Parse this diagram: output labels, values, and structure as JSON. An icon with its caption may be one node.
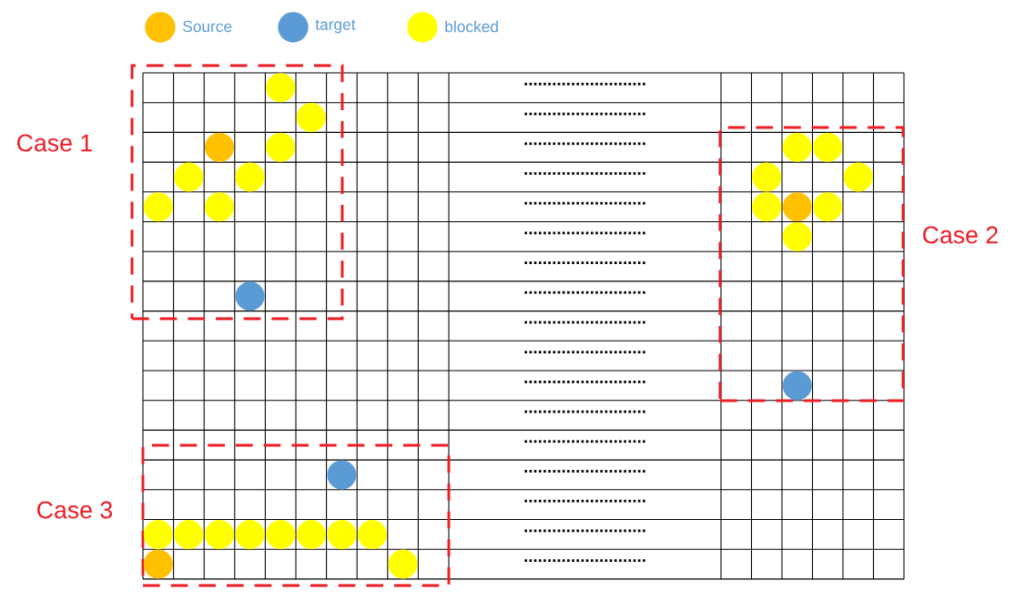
{
  "diagram": {
    "nodes": [
      {
        "text": [
          "Case 1"
        ]
      },
      {
        "text": [],
        "shape": "circle",
        "in": 0
      },
      {
        "text": [],
        "shape": "circle",
        "in": 0
      },
      {
        "text": [],
        "shape": "circle",
        "in": 0
      },
      {
        "text": [],
        "shape": "circle",
        "in": 0
      },
      {
        "text": [],
        "shape": "circle",
        "in": 0
      },
      {
        "text": [],
        "shape": "circle",
        "in": 0
      },
      {
        "text": [],
        "shape": "circle",
        "in": 0
      },
      {
        "text": [],
        "shape": "circle",
        "in": 0
      },
      {
        "text": [],
        "shape": "circle",
        "in": 0
      },
      {
        "text": [
          "Case 2"
        ]
      },
      {
        "text": [],
        "shape": "circle",
        "in": 10
      },
      {
        "text": [],
        "shape": "circle",
        "in": 10
      },
      {
        "text": [],
        "shape": "circle",
        "in": 10
      },
      {
        "text": [],
        "shape": "circle",
        "in": 10
      },
      {
        "text": [],
        "shape": "circle",
        "in": 10
      },
      {
        "text": [],
        "shape": "circle",
        "in": 10
      },
      {
        "text": [],
        "shape": "circle",
        "in": 10
      },
      {
        "text": [],
        "shape": "circle",
        "in": 10
      },
      {
        "text": [],
        "shape": "circle",
        "in": 10
      },
      {
        "text": [
          "Case 3"
        ]
      },
      {
        "text": [],
        "shape": "circle",
        "in": 20
      },
      {
        "text": [],
        "shape": "circle",
        "in": 20
      },
      {
        "text": [],
        "shape": "circle",
        "in": 20
      },
      {
        "text": [],
        "shape": "circle",
        "in": 20
      },
      {
        "text": [],
        "shape": "circle",
        "in": 20
      },
      {
        "text": [],
        "shape": "circle",
        "in": 20
      },
      {
        "text": [],
        "shape": "circle",
        "in": 20
      },
      {
        "text": [],
        "shape": "circle",
        "in": 20
      },
      {
        "text": [],
        "shape": "circle",
        "in": 20
      },
      {
        "text": [],
        "shape": "circle",
        "in": 20
      },
      {
        "text": [],
        "shape": "circle",
        "in": 20
      }
    ],
    "labels": [
      "..........................",
      "..........................",
      "..........................",
      "..........................",
      "..........................",
      "..........................",
      "..........................",
      "..........................",
      "..........................",
      "..........................",
      "..........................",
      "..........................",
      "..........................",
      "..........................",
      "..........................",
      "..........................",
      ".........................."
    ],
    "legend": [
      {
        "text": "Source",
        "color": "#ffc000"
      },
      {
        "text": "target",
        "color": "#5b9bd5"
      },
      {
        "text": "blocked",
        "color": "#ffff00"
      }
    ]
  }
}
